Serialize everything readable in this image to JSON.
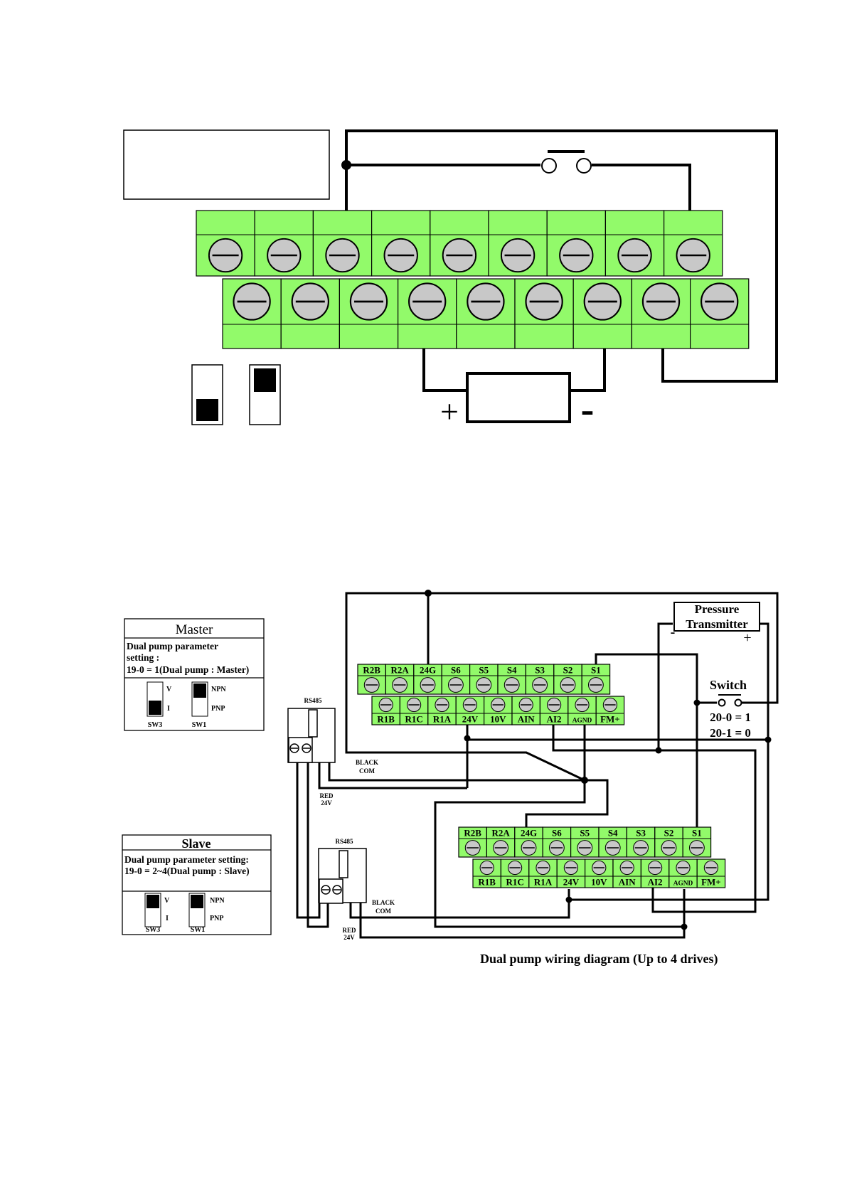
{
  "top_figure": {
    "caption": "",
    "upper_row": 9,
    "lower_row": 9,
    "switch_left_state": "down",
    "switch_right_state": "up",
    "plus_sign": "+",
    "minus_sign": "-"
  },
  "bottom_figure": {
    "caption": "Dual pump wiring diagram (Up to 4 drives)",
    "upper_terminals": [
      "R2B",
      "R2A",
      "24G",
      "S6",
      "S5",
      "S4",
      "S3",
      "S2",
      "S1"
    ],
    "lower_terminals": [
      "R1B",
      "R1C",
      "R1A",
      "24V",
      "10V",
      "AIN",
      "AI2",
      "AGND",
      "FM+"
    ],
    "master": {
      "title": "Master",
      "line1": "Dual pump parameter",
      "line2": "setting :",
      "line3": "19-0 = 1(Dual pump : Master)",
      "sw_a_top": "V",
      "sw_a_bottom": "I",
      "sw_b_top": "NPN",
      "sw_b_bottom": "PNP",
      "sw_a_name": "SW3",
      "sw_b_name": "SW1"
    },
    "slave": {
      "title": "Slave",
      "line1": "Dual pump parameter setting:",
      "line2": "19-0 = 2~4(Dual pump : Slave)",
      "sw_a_top": "V",
      "sw_a_bottom": "I",
      "sw_b_top": "NPN",
      "sw_b_bottom": "PNP",
      "sw_a_name": "SW3",
      "sw_b_name": "SW1"
    },
    "rs485_label": "RS485",
    "black_label_1": "BLACK",
    "black_label_2": "COM",
    "red_label_1": "RED",
    "red_label_2": "24V",
    "pressure_1": "Pressure",
    "pressure_2": "Transmitter",
    "pressure_minus": "-",
    "pressure_plus": "+",
    "switch_label": "Switch",
    "param_1": "20-0 = 1",
    "param_2": "20-1 = 0"
  },
  "colors": {
    "terminal_green": "#92fa6a",
    "screw_gray": "#c8c8c8",
    "line": "#000000"
  }
}
